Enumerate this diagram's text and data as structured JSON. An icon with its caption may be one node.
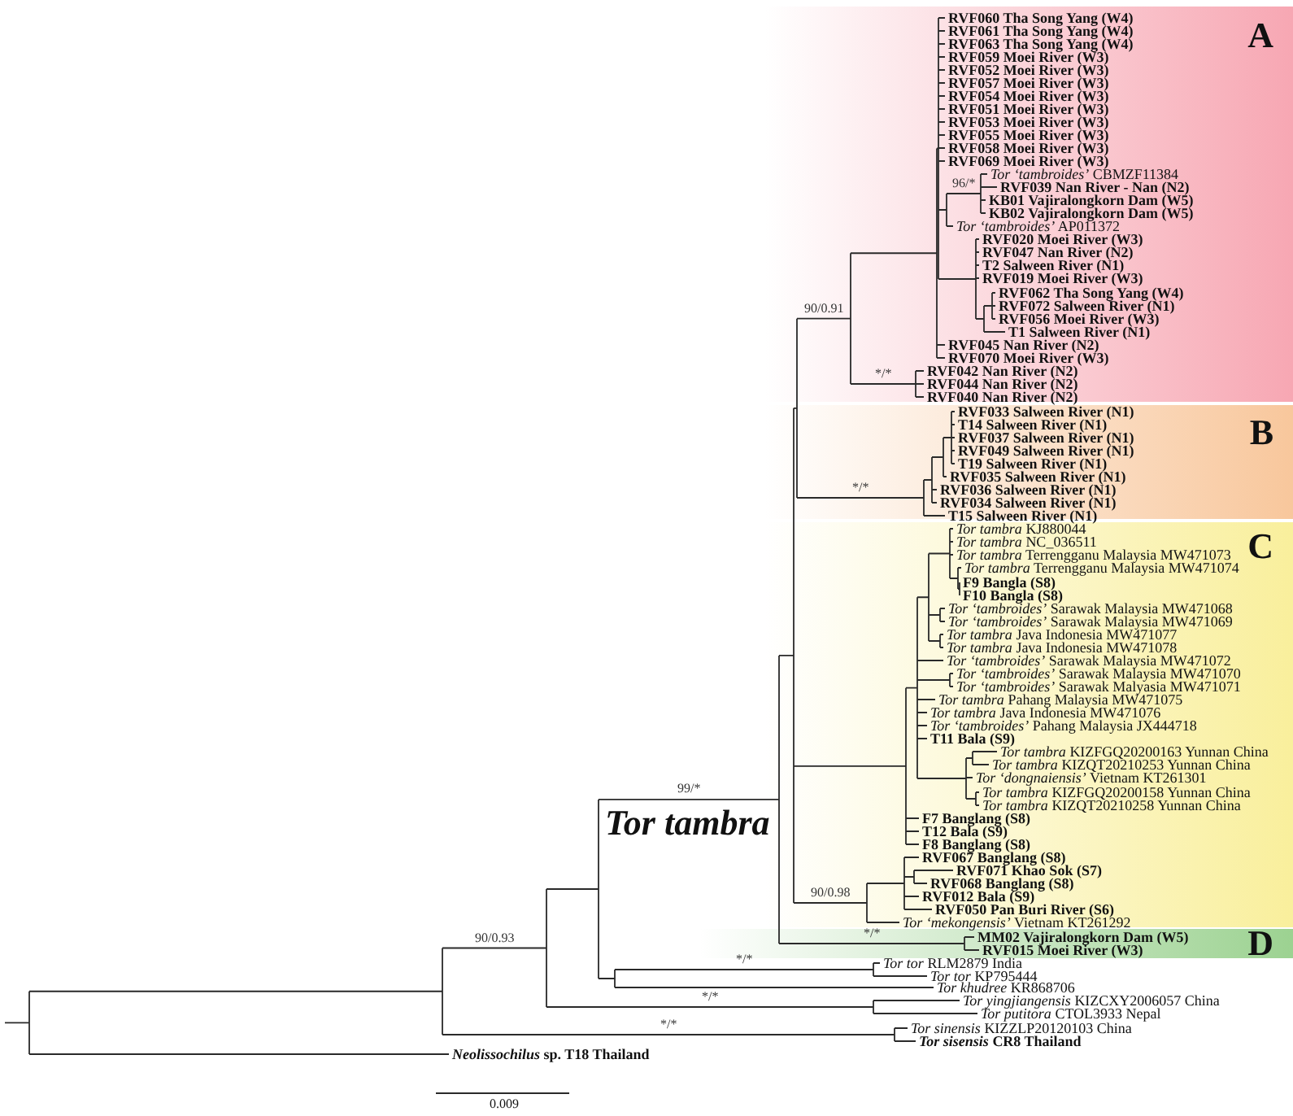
{
  "diagram": {
    "nodes": [
      {
        "text": [
          "A"
        ]
      },
      {
        "text": [
          "B"
        ]
      },
      {
        "text": [
          "C"
        ]
      },
      {
        "text": [
          "D"
        ]
      }
    ],
    "labels": [
      "RVF060 Tha Song Yang (W4)",
      "RVF061 Tha Song Yang (W4)",
      "RVF063 Tha Song Yang (W4)",
      "RVF059 Moei River (W3)",
      "RVF052 Moei River (W3)",
      "RVF057 Moei River (W3)",
      "RVF054 Moei River (W3)",
      "RVF051 Moei River (W3)",
      "RVF053 Moei River (W3)",
      "RVF055 Moei River (W3)",
      "RVF058 Moei River (W3)",
      "RVF069 Moei River (W3)",
      "*Tor ‘tambroides’* CBMZF11384",
      "96/*",
      "RVF039 Nan River - Nan (N2)",
      "KB01 Vajiralongkorn Dam (W5)",
      "KB02 Vajiralongkorn Dam (W5)",
      "*Tor ‘tambroides’* AP011372",
      "RVF020 Moei River (W3)",
      "RVF047 Nan River (N2)",
      "T2 Salween River (N1)",
      "RVF019 Moei River (W3)",
      "RVF062 Tha Song Yang (W4)",
      "RVF072 Salween River (N1)",
      "90/0.91",
      "RVF056 Moei River (W3)",
      "T1 Salween River (N1)",
      "RVF045 Nan River (N2)",
      "RVF070 Moei River (W3)",
      "*/*",
      "RVF042 Nan River (N2)",
      "RVF044 Nan River (N2)",
      "RVF040 Nan River (N2)",
      "RVF033 Salween River (N1)",
      "T14 Salween River (N1)",
      "RVF037 Salween River (N1)",
      "RVF049 Salween River (N1)",
      "T19 Salween River (N1)",
      "RVF035 Salween River (N1)",
      "RVF036 Salween River (N1)",
      "*/*",
      "RVF034 Salween River (N1)",
      "T15 Salween River (N1)",
      "*Tor tambra* KJ880044",
      "*Tor tambra* NC_036511",
      "*Tor tambra* Terrengganu Malaysia MW471073",
      "*Tor tambra* Terrengganu Malaysia MW471074",
      "F9 Bangla (S8)",
      "F10 Bangla (S8)",
      "*Tor ‘tambroides’* Sarawak Malaysia MW471068",
      "*Tor ‘tambroides’* Sarawak Malaysia MW471069",
      "*Tor tambra* Java Indonesia MW471077",
      "*Tor tambra* Java Indonesia MW471078",
      "*Tor ‘tambroides’* Sarawak Malaysia MW471072",
      "*Tor ‘tambroides’* Sarawak Malaysia MW471070",
      "*Tor ‘tambroides’* Sarawak Malyasia MW471071",
      "*Tor tambra* Pahang Malaysia MW471075",
      "*Tor tambra* Java Indonesia MW471076",
      "*Tor ‘tambroides’* Pahang Malaysia JX444718",
      "T11 Bala (S9)",
      "*Tor tambra* KIZFGQ20200163 Yunnan China",
      "*Tor tambra* KIZQT20210253 Yunnan China",
      "*Tor ‘dongnaiensis’* Vietnam KT261301",
      "99/*",
      "*Tor tambra* KIZFGQ20200158 Yunnan China",
      "*Tor tambra* KIZQT20210258 Yunnan China",
      "Tor tambra",
      "F7 Banglang (S8)",
      "T12 Bala (S9)",
      "F8 Banglang (S8)",
      "RVF067 Banglang (S8)",
      "RVF071 Khao Sok (S7)",
      "RVF068 Banglang (S8)",
      "90/0.98",
      "RVF012 Bala (S9)",
      "RVF050 Pan Buri River (S6)",
      "*Tor ‘mekongensis’* Vietnam KT261292",
      "*/*",
      "90/0.93",
      "MM02 Vajiralongkorn Dam (W5)",
      "RVF015 Moei River (W3)",
      "*/*",
      "*Tor tor* RLM2879 India",
      "*Tor tor* KP795444",
      "*Tor khudree* KR868706",
      "*/*",
      "*Tor yingjiangensis* KIZCXY2006057 China",
      "*Tor putitora* CTOL3933 Nepal",
      "*/*",
      "*Tor sinensis* KIZZLP20120103 China",
      "*Tor sisensis* CR8 Thailand",
      "*Neolissochilus* sp. T18 Thailand",
      "0.009"
    ]
  }
}
